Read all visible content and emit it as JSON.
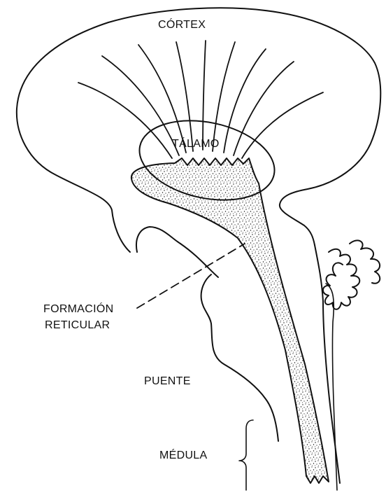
{
  "labels": {
    "cortex": "CÓRTEX",
    "thalamus": "TÁLAMO",
    "reticular_line1": "FORMACIÓN",
    "reticular_line2": "RETICULAR",
    "pons": "PUENTE",
    "medulla": "MÉDULA"
  },
  "colors": {
    "ink": "#111111",
    "background": "#ffffff"
  }
}
